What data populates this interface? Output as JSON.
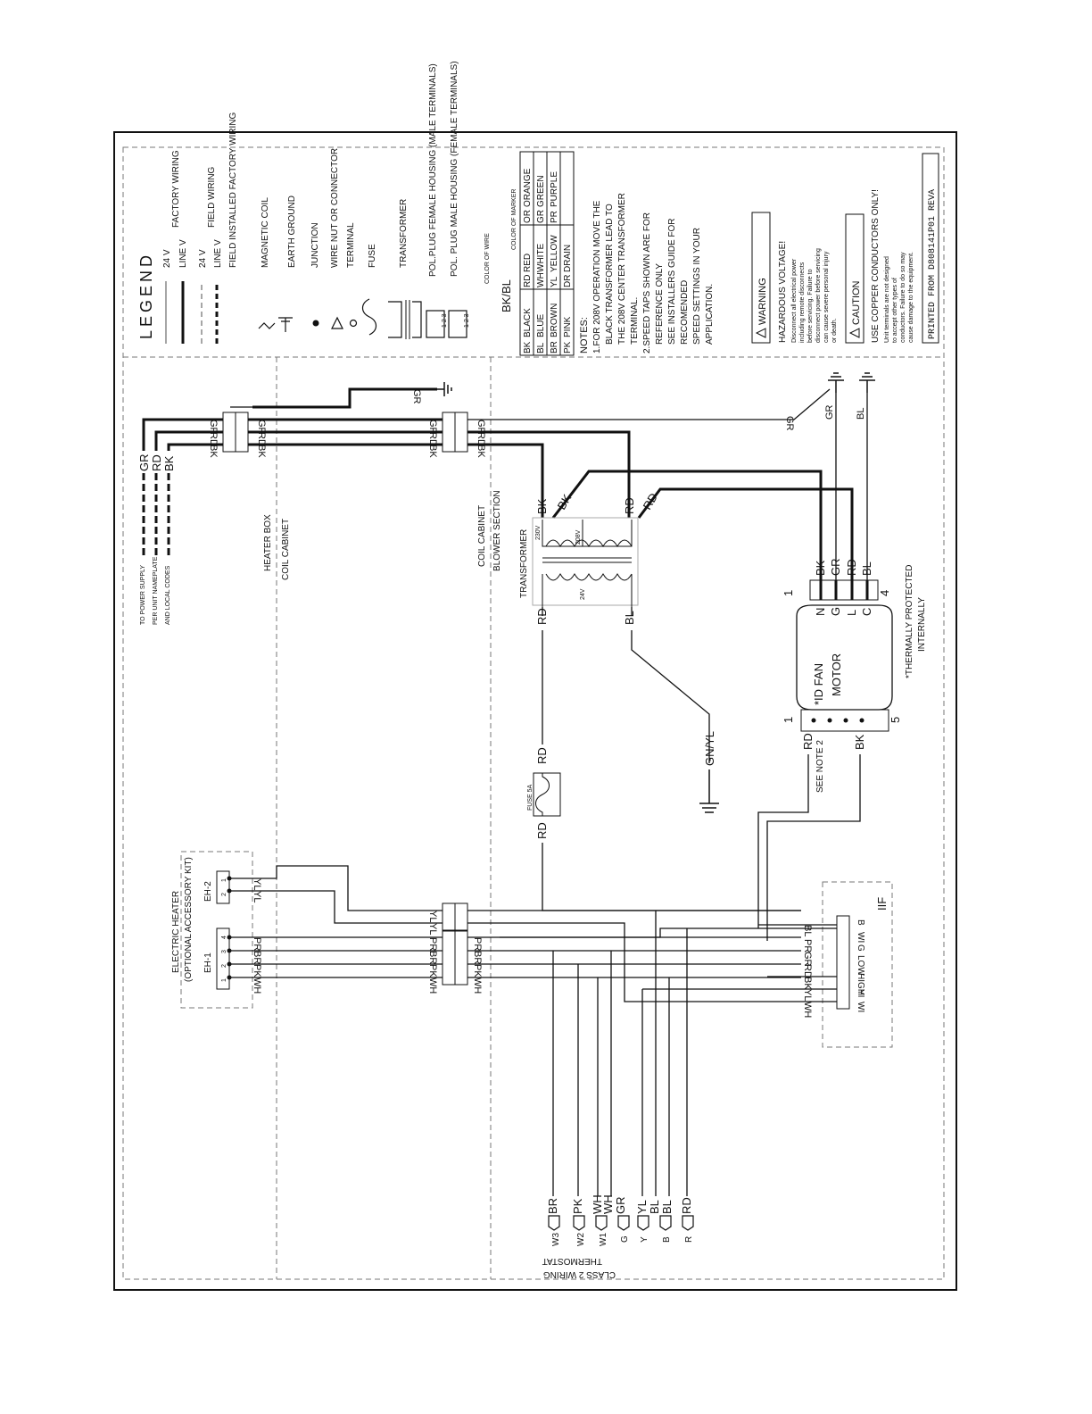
{
  "legend": {
    "title": "LEGEND",
    "wiring": [
      {
        "voltage": "24 V",
        "label": "FACTORY WIRING"
      },
      {
        "voltage": "LINE V",
        "label": ""
      },
      {
        "voltage": "24 V",
        "label": "FIELD WIRING"
      },
      {
        "voltage": "LINE V",
        "label": ""
      }
    ],
    "items": [
      "FIELD INSTALLED FACTORY WIRING",
      "MAGNETIC COIL",
      "EARTH GROUND",
      "JUNCTION",
      "WIRE NUT OR CONNECTOR",
      "TERMINAL",
      "FUSE",
      "TRANSFORMER",
      "POL.PLUG FEMALE HOUSING (MALE TERMINALS)",
      "POL. PLUG MALE HOUSING (FEMALE TERMINALS)"
    ],
    "marker_example": "BK/BL",
    "marker_caption_1": "COLOR OF MARKER",
    "marker_caption_2": "COLOR OF WIRE"
  },
  "color_codes": [
    [
      "BK",
      "BLACK",
      "RD",
      "RED",
      "OR",
      "ORANGE"
    ],
    [
      "BL",
      "BLUE",
      "WH",
      "WHITE",
      "GR",
      "GREEN"
    ],
    [
      "BR",
      "BROWN",
      "YL",
      "YELLOW",
      "PR",
      "PURPLE"
    ],
    [
      "PK",
      "PINK",
      "DR",
      "DRAIN",
      "",
      ""
    ]
  ],
  "notes": {
    "title": "NOTES:",
    "lines": [
      "1.FOR 208V OPERATION MOVE THE",
      "BLACK TRANSFORMER LEAD TO",
      "THE 208V CENTER TRANSFORMER",
      "TERMINAL.",
      "2.SPEED TAPS SHOWN ARE FOR",
      "REFERENCE ONLY",
      "SEE INSTALLERS GUIDE FOR",
      "RECOMENDED",
      "SPEED SETTINGS IN YOUR",
      "APPLICATION."
    ]
  },
  "warning": {
    "title": "WARNING",
    "subtitle": "HAZARDOUS VOLTAGE!",
    "lines": [
      "Disconnect all electrical power",
      "including remote disconnects",
      "before servicing. Failure to",
      "disconnect power before servicing",
      "can cause severe personal injury",
      "or death."
    ]
  },
  "caution": {
    "title": "CAUTION",
    "subtitle": "USE COPPER CONDUCTORS ONLY!",
    "lines": [
      "Unit terminals are not designed",
      "to accept other types of",
      "conductors. Failure to do so may",
      "cause damage to the equipment."
    ]
  },
  "printed_from": "PRINTED FROM D808141P01 REVA",
  "sections": {
    "power_supply": [
      "TO POWER SUPPLY",
      "PER UNIT NAMEPLATE",
      "AND LOCAL CODES"
    ],
    "heater_box": [
      "HEATER BOX",
      "COIL CABINET"
    ],
    "coil_cabinet": [
      "COIL CABINET",
      "BLOWER SECTION"
    ]
  },
  "power_wires": [
    "GR",
    "RD",
    "BK"
  ],
  "transformer": {
    "label": "TRANSFORMER",
    "primary_230": "230V",
    "primary_208": "208V",
    "secondary": "24V",
    "leads": [
      "BK",
      "BK",
      "RD",
      "RD",
      "RD",
      "BL"
    ]
  },
  "motor": {
    "title_1": "*ID FAN",
    "title_2": "MOTOR",
    "protection_1": "*THERMALLY PROTECTED",
    "protection_2": "INTERNALLY",
    "upper_terms": [
      "N",
      "G",
      "L",
      "C"
    ],
    "upper_nums": [
      "1",
      "4"
    ],
    "upper_wires": [
      "BK",
      "GR",
      "RD",
      "BL"
    ],
    "lower_nums": [
      "1",
      "5"
    ],
    "lower_wires": [
      "RD",
      "BK"
    ],
    "see_note": "SEE NOTE 2"
  },
  "ground_labels": [
    "GR",
    "GR",
    "GR",
    "BL",
    "GN/YL"
  ],
  "fuse": {
    "label": "FUSE 5A",
    "wire_top": "RD",
    "wire_bottom": "RD"
  },
  "heater": {
    "title_1": "ELECTRIC HEATER",
    "title_2": "(OPTIONAL ACCESSORY KIT)",
    "eh1": "EH-1",
    "eh1_terms": [
      "1",
      "2",
      "3",
      "4"
    ],
    "eh2": "EH-2",
    "eh2_terms": [
      "1",
      "2"
    ],
    "wires_eh1": [
      "WH",
      "PK",
      "BR",
      "PR"
    ],
    "wires_eh2": [
      "YL",
      "YL"
    ]
  },
  "iif": {
    "title": "IIF",
    "terms": [
      "WI",
      "YI",
      "HIGH",
      "LOW",
      "G",
      "WI",
      "B"
    ],
    "wires": [
      "WH",
      "YL",
      "BK",
      "RD",
      "GR",
      "PR",
      "BL"
    ]
  },
  "thermostat": {
    "title_1": "THERMOSTAT",
    "title_2": "CLASS 2 WIRING",
    "terms": [
      "W3",
      "W2",
      "W1",
      "G",
      "Y",
      "B",
      "R"
    ],
    "wires": [
      "BR",
      "PK",
      "WH",
      "GR",
      "YL",
      "BL",
      "RD"
    ],
    "extra_wires": [
      "WH",
      "BL"
    ]
  },
  "plug_wires": {
    "left": [
      "GR",
      "RD",
      "BK"
    ],
    "right": [
      "GR",
      "RD",
      "BK"
    ],
    "lower": [
      "YL",
      "YL",
      "PR",
      "BR",
      "PK",
      "WH"
    ]
  }
}
